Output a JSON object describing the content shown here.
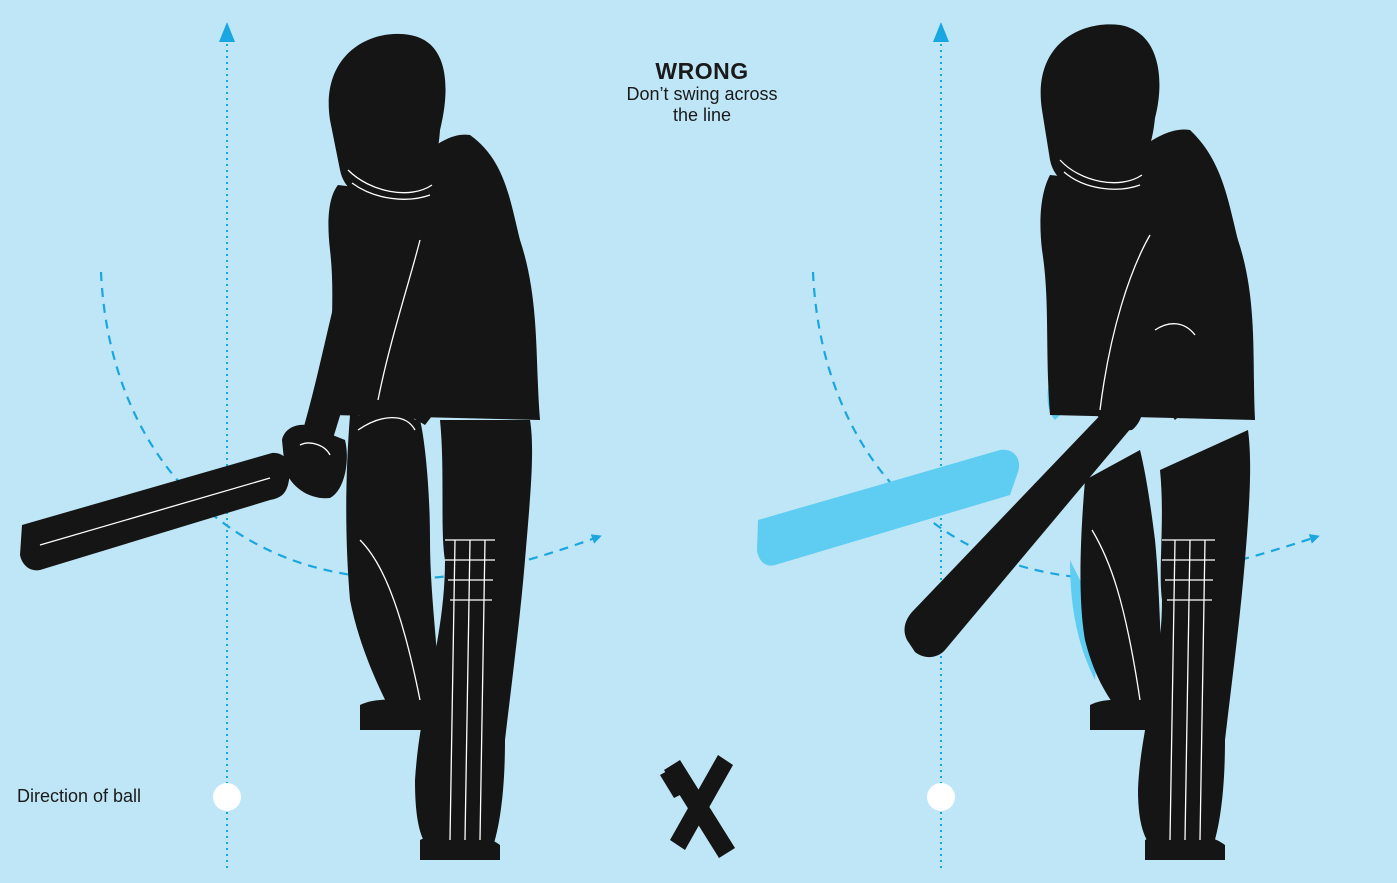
{
  "heading": {
    "title": "WRONG",
    "subtitle_line1": "Don’t swing across",
    "subtitle_line2": "the line"
  },
  "labels": {
    "direction_of_ball": "Direction of ball"
  },
  "icons": {
    "wrong_mark": "cross-icon",
    "ball": "ball-icon"
  },
  "colors": {
    "background": "#bfe6f7",
    "guide_line": "#1aa6df",
    "silhouette": "#151515",
    "ghost_bat": "#5fcdf2",
    "ball": "#ffffff"
  }
}
